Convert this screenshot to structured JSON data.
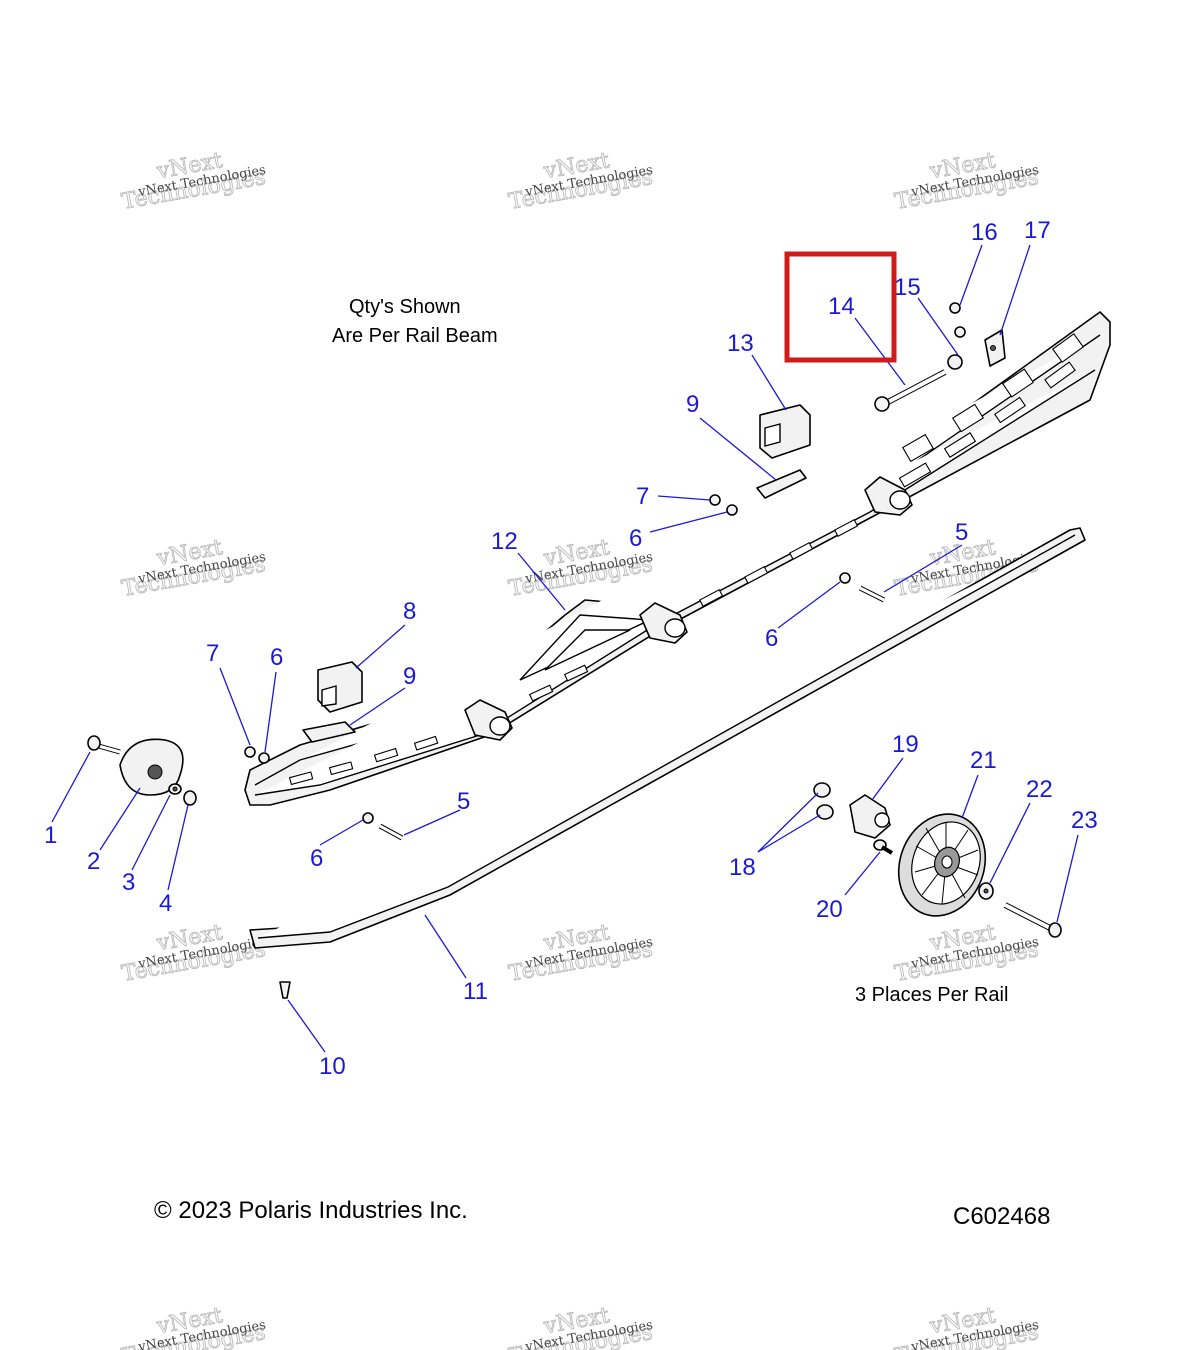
{
  "notes": {
    "qty_line1": "Qty's Shown",
    "qty_line2": "Are Per Rail Beam",
    "places": "3 Places Per Rail"
  },
  "footer": {
    "copyright": "© 2023 Polaris Industries Inc.",
    "code": "C602468"
  },
  "watermark": {
    "line1": "vNext Technologies",
    "line2": "vNext",
    "line3": "Technologies"
  },
  "callouts": [
    {
      "id": "c1",
      "label": "1"
    },
    {
      "id": "c2",
      "label": "2"
    },
    {
      "id": "c3",
      "label": "3"
    },
    {
      "id": "c4",
      "label": "4"
    },
    {
      "id": "c5a",
      "label": "5"
    },
    {
      "id": "c5b",
      "label": "5"
    },
    {
      "id": "c6a",
      "label": "6"
    },
    {
      "id": "c6b",
      "label": "6"
    },
    {
      "id": "c6c",
      "label": "6"
    },
    {
      "id": "c6d",
      "label": "6"
    },
    {
      "id": "c7a",
      "label": "7"
    },
    {
      "id": "c7b",
      "label": "7"
    },
    {
      "id": "c8",
      "label": "8"
    },
    {
      "id": "c9a",
      "label": "9"
    },
    {
      "id": "c9b",
      "label": "9"
    },
    {
      "id": "c10",
      "label": "10"
    },
    {
      "id": "c11",
      "label": "11"
    },
    {
      "id": "c12",
      "label": "12"
    },
    {
      "id": "c13",
      "label": "13"
    },
    {
      "id": "c14",
      "label": "14"
    },
    {
      "id": "c15",
      "label": "15"
    },
    {
      "id": "c16",
      "label": "16"
    },
    {
      "id": "c17",
      "label": "17"
    },
    {
      "id": "c18",
      "label": "18"
    },
    {
      "id": "c19",
      "label": "19"
    },
    {
      "id": "c20",
      "label": "20"
    },
    {
      "id": "c21",
      "label": "21"
    },
    {
      "id": "c22",
      "label": "22"
    },
    {
      "id": "c23",
      "label": "23"
    }
  ],
  "colors": {
    "callout": "#1a1ad6",
    "highlight": "#d11a1a"
  }
}
